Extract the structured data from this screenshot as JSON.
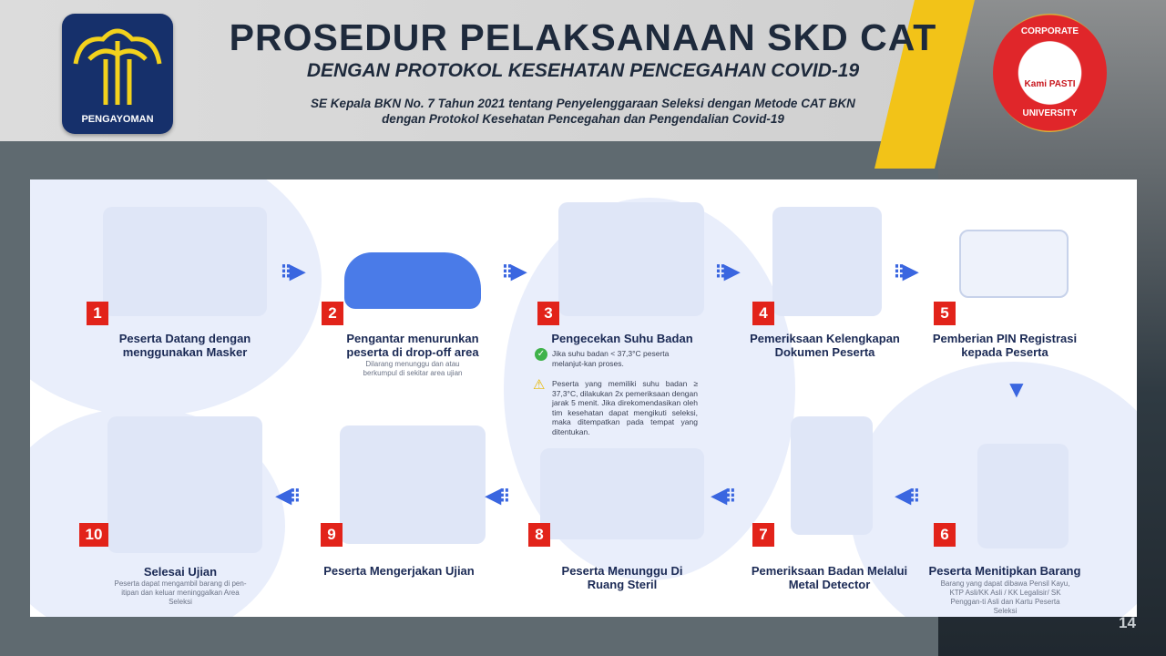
{
  "header": {
    "title": "PROSEDUR PELAKSANAAN SKD CAT",
    "subtitle": "DENGAN PROTOKOL KESEHATAN PENCEGAHAN COVID-19",
    "reference_line1": "SE Kepala BKN No. 7 Tahun 2021 tentang Penyelenggaraan Seleksi dengan Metode CAT BKN",
    "reference_line2": "dengan Protokol Kesehatan Pencegahan dan Pengendalian Covid-19",
    "logo_left_text": "PENGAYOMAN",
    "logo_right_top": "CORPORATE",
    "logo_right_mid": "Kami PASTI",
    "logo_right_bottom": "UNIVERSITY"
  },
  "steps": [
    {
      "num": "1",
      "title": "Peserta Datang dengan menggunakan Masker",
      "desc": ""
    },
    {
      "num": "2",
      "title": "Pengantar menurunkan peserta di drop-off area",
      "desc": "Dilarang menunggu dan atau berkumpul di sekitar area ujian"
    },
    {
      "num": "3",
      "title": "Pengecekan Suhu Badan",
      "note_ok": "Jika suhu badan < 37,3°C peserta melanjut-kan proses.",
      "note_warn": "Peserta yang memiliki suhu badan ≥ 37,3°C, dilakukan 2x pemeriksaan dengan jarak 5 menit. Jika direkomendasikan oleh tim kesehatan dapat mengikuti seleksi, maka ditempatkan pada tempat yang ditentukan."
    },
    {
      "num": "4",
      "title": "Pemeriksaan Kelengkapan Dokumen Peserta",
      "desc": ""
    },
    {
      "num": "5",
      "title": "Pemberian PIN Registrasi kepada Peserta",
      "desc": ""
    },
    {
      "num": "6",
      "title": "Peserta Menitipkan Barang",
      "desc": "Barang yang dapat dibawa Pensil Kayu, KTP Asli/KK Asli / KK Legalisir/ SK Penggan-ti Asli dan Kartu Peserta Seleksi"
    },
    {
      "num": "7",
      "title": "Pemeriksaan Badan Melalui Metal Detector",
      "desc": ""
    },
    {
      "num": "8",
      "title": "Peserta Menunggu Di Ruang Steril",
      "desc": ""
    },
    {
      "num": "9",
      "title": "Peserta Mengerjakan Ujian",
      "desc": ""
    },
    {
      "num": "10",
      "title": "Selesai Ujian",
      "desc": "Peserta dapat mengambil barang di pen-itipan dan keluar meninggalkan Area Seleksi"
    }
  ],
  "page_number": "14",
  "colors": {
    "accent": "#3a66e0",
    "badge": "#e2231a",
    "title": "#1b2a55"
  }
}
